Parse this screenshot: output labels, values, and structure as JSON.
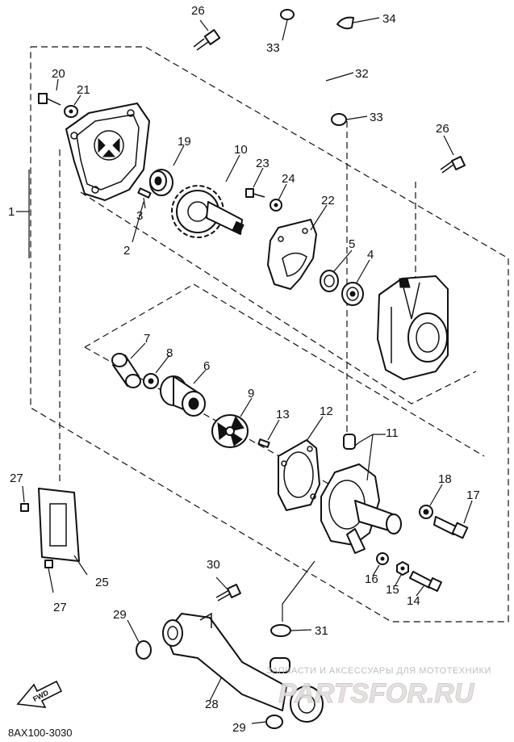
{
  "diagram_code": "8AX100-3030",
  "forward_label": "FWD",
  "watermark": {
    "caption": "ЗАПЧАСТИ И АКСЕССУАРЫ ДЛЯ МОТОТЕХНИКИ",
    "logo": "PARTSFOR.RU"
  },
  "callouts": {
    "c1": "1",
    "c2": "2",
    "c3": "3",
    "c4": "4",
    "c5": "5",
    "c6": "6",
    "c7": "7",
    "c8": "8",
    "c9": "9",
    "c10": "10",
    "c11": "11",
    "c12": "12",
    "c13": "13",
    "c14": "14",
    "c15": "15",
    "c16": "16",
    "c17": "17",
    "c18": "18",
    "c19": "19",
    "c20": "20",
    "c21": "21",
    "c22": "22",
    "c23": "23",
    "c24": "24",
    "c25": "25",
    "c26a": "26",
    "c26b": "26",
    "c27a": "27",
    "c27b": "27",
    "c28": "28",
    "c29a": "29",
    "c29b": "29",
    "c30": "30",
    "c31": "31",
    "c32": "32",
    "c33a": "33",
    "c33b": "33",
    "c34": "34"
  }
}
